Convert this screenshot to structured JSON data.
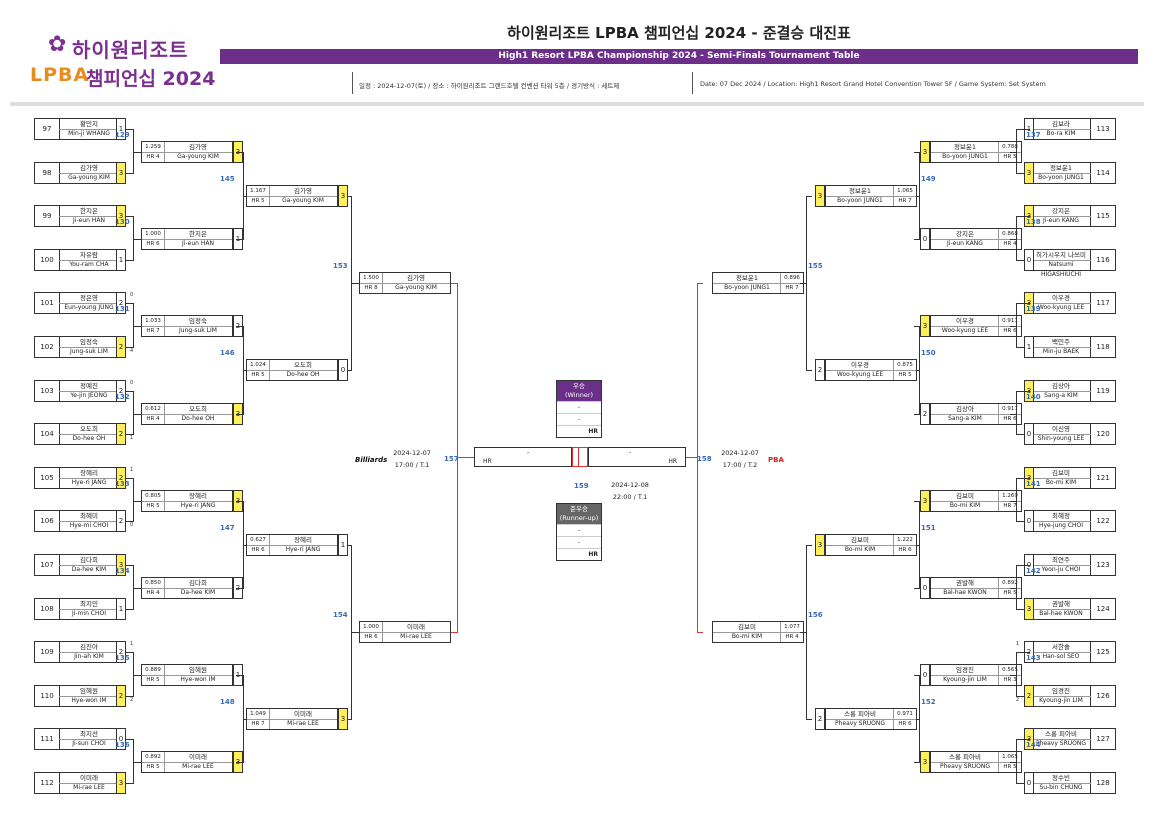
{
  "header": {
    "logo_brand": "하이원리조트",
    "logo_lpba": "LPBA",
    "logo_champ": "챔피언십 2024",
    "title": "하이원리조트 LPBA 챔피언십 2024 - 준결승 대진표",
    "subtitle": "High1 Resort LPBA Championship 2024 - Semi-Finals Tournament Table",
    "info_kr": "일정 : 2024-12-07(토) / 장소 : 하이원리조트 그랜드호텔 컨벤션 타워 5층 / 경기방식 : 세트제",
    "info_en": "Date: 07 Dec 2024 / Location: High1 Resort Grand Hotel Convention Tower 5F / Game System: Set System"
  },
  "colors": {
    "purple": "#6b2f8a",
    "winner_yellow": "#ffef5a",
    "match_blue": "#3a6bb5",
    "final_line": "#d33333"
  },
  "left_entries": [
    {
      "seed": "97",
      "kr": "황민지",
      "en": "Min-ji WHANG",
      "score": "1",
      "win": false
    },
    {
      "seed": "98",
      "kr": "김가영",
      "en": "Ga-young KIM",
      "score": "3",
      "win": true
    },
    {
      "seed": "99",
      "kr": "한지은",
      "en": "Ji-eun HAN",
      "score": "3",
      "win": true
    },
    {
      "seed": "100",
      "kr": "차유람",
      "en": "You-ram CHA",
      "score": "1",
      "win": false
    },
    {
      "seed": "101",
      "kr": "정은영",
      "en": "Eun-young JUNG",
      "score": "2",
      "win": false,
      "sub": "0"
    },
    {
      "seed": "102",
      "kr": "임정숙",
      "en": "Jung-suk LIM",
      "score": "2",
      "win": true,
      "sub": "4"
    },
    {
      "seed": "103",
      "kr": "정예진",
      "en": "Ye-jin JEONG",
      "score": "2",
      "win": false,
      "sub": "0"
    },
    {
      "seed": "104",
      "kr": "오도희",
      "en": "Do-hee OH",
      "score": "2",
      "win": true,
      "sub": "1"
    },
    {
      "seed": "105",
      "kr": "장혜리",
      "en": "Hye-ri JANG",
      "score": "2",
      "win": true,
      "sub": "1"
    },
    {
      "seed": "106",
      "kr": "최혜미",
      "en": "Hye-mi CHOI",
      "score": "2",
      "win": false,
      "sub": "0"
    },
    {
      "seed": "107",
      "kr": "김다희",
      "en": "Da-hee KIM",
      "score": "3",
      "win": true
    },
    {
      "seed": "108",
      "kr": "최지민",
      "en": "Ji-min CHOI",
      "score": "1",
      "win": false
    },
    {
      "seed": "109",
      "kr": "김진아",
      "en": "Jin-ah KIM",
      "score": "2",
      "win": false,
      "sub": "1"
    },
    {
      "seed": "110",
      "kr": "임혜원",
      "en": "Hye-won IM",
      "score": "2",
      "win": true,
      "sub": "2"
    },
    {
      "seed": "111",
      "kr": "최지선",
      "en": "Ji-sun CHOI",
      "score": "0",
      "win": false
    },
    {
      "seed": "112",
      "kr": "이미래",
      "en": "Mi-rae LEE",
      "score": "3",
      "win": true
    }
  ],
  "right_entries": [
    {
      "seed": "113",
      "kr": "김보라",
      "en": "Bo-ra KIM",
      "score": "1",
      "win": false
    },
    {
      "seed": "114",
      "kr": "정보윤1",
      "en": "Bo-yoon JUNG1",
      "score": "3",
      "win": true
    },
    {
      "seed": "115",
      "kr": "강지은",
      "en": "Ji-eun KANG",
      "score": "3",
      "win": true
    },
    {
      "seed": "116",
      "kr": "히가시우치 나쓰미",
      "en": "Natsumi HIGASHIUCHI",
      "score": "0",
      "win": false
    },
    {
      "seed": "117",
      "kr": "이우경",
      "en": "Woo-kyung LEE",
      "score": "3",
      "win": true
    },
    {
      "seed": "118",
      "kr": "백민주",
      "en": "Min-ju BAEK",
      "score": "1",
      "win": false
    },
    {
      "seed": "119",
      "kr": "김상아",
      "en": "Sang-a KIM",
      "score": "3",
      "win": true
    },
    {
      "seed": "120",
      "kr": "이신영",
      "en": "Shin-young LEE",
      "score": "0",
      "win": false
    },
    {
      "seed": "121",
      "kr": "김보미",
      "en": "Bo-mi KIM",
      "score": "3",
      "win": true
    },
    {
      "seed": "122",
      "kr": "최혜정",
      "en": "Hye-jung CHOI",
      "score": "0",
      "win": false
    },
    {
      "seed": "123",
      "kr": "최연주",
      "en": "Yeon-ju CHOI",
      "score": "0",
      "win": false
    },
    {
      "seed": "124",
      "kr": "권발해",
      "en": "Bal-hae KWON",
      "score": "3",
      "win": true
    },
    {
      "seed": "125",
      "kr": "서한솔",
      "en": "Han-sol SEO",
      "score": "2",
      "win": false,
      "sub": "1"
    },
    {
      "seed": "126",
      "kr": "임경진",
      "en": "Kyoung-jin LIM",
      "score": "2",
      "win": true,
      "sub": "2"
    },
    {
      "seed": "127",
      "kr": "스롱 피아비",
      "en": "Pheavy SRUONG",
      "score": "3",
      "win": true
    },
    {
      "seed": "128",
      "kr": "정수빈",
      "en": "Su-bin CHUNG",
      "score": "0",
      "win": false
    }
  ],
  "left_r1": [
    {
      "no": "129",
      "avg": "1.259",
      "hr": "HR 4",
      "kr": "김가영",
      "en": "Ga-young KIM",
      "score": "3",
      "win": true
    },
    {
      "no": "130",
      "avg": "1.000",
      "hr": "HR 6",
      "kr": "한지은",
      "en": "Ji-eun HAN",
      "score": "1",
      "win": false
    },
    {
      "no": "131",
      "avg": "1.033",
      "hr": "HR 7",
      "kr": "임정숙",
      "en": "Jung-suk LIM",
      "score": "2",
      "win": false
    },
    {
      "no": "132",
      "avg": "0.612",
      "hr": "HR 4",
      "kr": "오도희",
      "en": "Do-hee OH",
      "score": "3",
      "win": true
    },
    {
      "no": "133",
      "avg": "0.805",
      "hr": "HR 5",
      "kr": "장혜리",
      "en": "Hye-ri JANG",
      "score": "3",
      "win": true
    },
    {
      "no": "134",
      "avg": "0.850",
      "hr": "HR 4",
      "kr": "김다희",
      "en": "Da-hee KIM",
      "score": "2",
      "win": false
    },
    {
      "no": "135",
      "avg": "0.889",
      "hr": "HR 5",
      "kr": "임혜원",
      "en": "Hye-won IM",
      "score": "1",
      "win": false
    },
    {
      "no": "136",
      "avg": "0.892",
      "hr": "HR 5",
      "kr": "이미래",
      "en": "Mi-rae LEE",
      "score": "3",
      "win": true
    }
  ],
  "right_r1": [
    {
      "no": "137",
      "avg": "0.788",
      "hr": "HR 5",
      "kr": "정보윤1",
      "en": "Bo-yoon JUNG1",
      "score": "3",
      "win": true
    },
    {
      "no": "138",
      "avg": "0.868",
      "hr": "HR 4",
      "kr": "강지은",
      "en": "Ji-eun KANG",
      "score": "0",
      "win": false
    },
    {
      "no": "139",
      "avg": "0.911",
      "hr": "HR 6",
      "kr": "이우경",
      "en": "Woo-kyung LEE",
      "score": "3",
      "win": true
    },
    {
      "no": "140",
      "avg": "0.917",
      "hr": "HR 6",
      "kr": "김상아",
      "en": "Sang-a KIM",
      "score": "2",
      "win": false
    },
    {
      "no": "141",
      "avg": "1.269",
      "hr": "HR 7",
      "kr": "김보미",
      "en": "Bo-mi KIM",
      "score": "3",
      "win": true
    },
    {
      "no": "142",
      "avg": "0.892",
      "hr": "HR 5",
      "kr": "권발해",
      "en": "Bal-hae KWON",
      "score": "0",
      "win": false
    },
    {
      "no": "143",
      "avg": "0.565",
      "hr": "HR 3",
      "kr": "임경진",
      "en": "Kyoung-jin LIM",
      "score": "0",
      "win": false
    },
    {
      "no": "144",
      "avg": "1.065",
      "hr": "HR 5",
      "kr": "스롱 피아비",
      "en": "Pheavy SRUONG",
      "score": "3",
      "win": true
    }
  ],
  "left_r2": [
    {
      "no": "145",
      "avg": "1.167",
      "hr": "HR 5",
      "kr": "김가영",
      "en": "Ga-young KIM",
      "score": "3",
      "win": true
    },
    {
      "no": "146",
      "avg": "1.024",
      "hr": "HR 5",
      "kr": "오도희",
      "en": "Do-hee OH",
      "score": "0",
      "win": false
    },
    {
      "no": "147",
      "avg": "0.627",
      "hr": "HR 6",
      "kr": "장혜리",
      "en": "Hye-ri JANG",
      "score": "1",
      "win": false
    },
    {
      "no": "148",
      "avg": "1.049",
      "hr": "HR 7",
      "kr": "이미래",
      "en": "Mi-rae LEE",
      "score": "3",
      "win": true
    }
  ],
  "right_r2": [
    {
      "no": "149",
      "avg": "1.065",
      "hr": "HR 7",
      "kr": "정보윤1",
      "en": "Bo-yoon JUNG1",
      "score": "3",
      "win": true
    },
    {
      "no": "150",
      "avg": "0.875",
      "hr": "HR 5",
      "kr": "이우경",
      "en": "Woo-kyung LEE",
      "score": "2",
      "win": false
    },
    {
      "no": "151",
      "avg": "1.222",
      "hr": "HR 6",
      "kr": "김보미",
      "en": "Bo-mi KIM",
      "score": "3",
      "win": true
    },
    {
      "no": "152",
      "avg": "0.971",
      "hr": "HR 6",
      "kr": "스롱 피아비",
      "en": "Pheavy SRUONG",
      "score": "2",
      "win": false
    }
  ],
  "left_r3": [
    {
      "no": "153",
      "avg": "1.500",
      "hr": "HR 8",
      "kr": "김가영",
      "en": "Ga-young KIM"
    },
    {
      "no": "154",
      "avg": "1.000",
      "hr": "HR 6",
      "kr": "이미래",
      "en": "Mi-rae LEE"
    }
  ],
  "right_r3": [
    {
      "no": "155",
      "avg": "0.896",
      "hr": "HR 7",
      "kr": "정보윤1",
      "en": "Bo-yoon JUNG1"
    },
    {
      "no": "156",
      "avg": "1.077",
      "hr": "HR 4",
      "kr": "김보미",
      "en": "Bo-mi KIM"
    }
  ],
  "final": {
    "left_no": "157",
    "right_no": "158",
    "center_no": "159",
    "left_date": "2024-12-07",
    "left_time": "17:00 / T.1",
    "right_date": "2024-12-07",
    "right_time": "17:00 / T.2",
    "center_date": "2024-12-08",
    "center_time": "22:00 / T.1",
    "hr": "HR",
    "dash": "-",
    "winner_kr": "우승",
    "winner_en": "(Winner)",
    "runner_kr": "준우승",
    "runner_en": "(Runner-up)",
    "billiards": "Billiards",
    "pba": "PBA"
  }
}
